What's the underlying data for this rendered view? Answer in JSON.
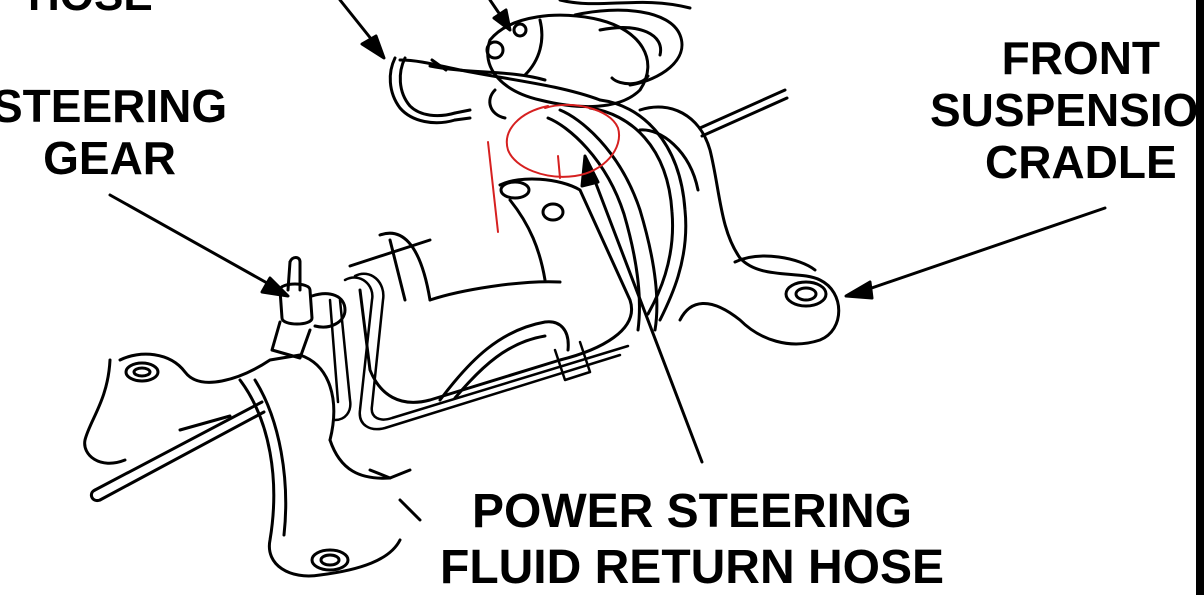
{
  "labels": {
    "top_hose": "HOSE",
    "steering_gear_line1": "STEERING",
    "steering_gear_line2": "GEAR",
    "front_cradle_line1": "FRONT",
    "front_cradle_line2": "SUSPENSION",
    "front_cradle_line3": "CRADLE",
    "ps_hose_line1": "POWER STEERING",
    "ps_hose_line2": "FLUID RETURN HOSE"
  },
  "annotation": {
    "markup_color": "#d62020",
    "ink_color": "#000000"
  }
}
